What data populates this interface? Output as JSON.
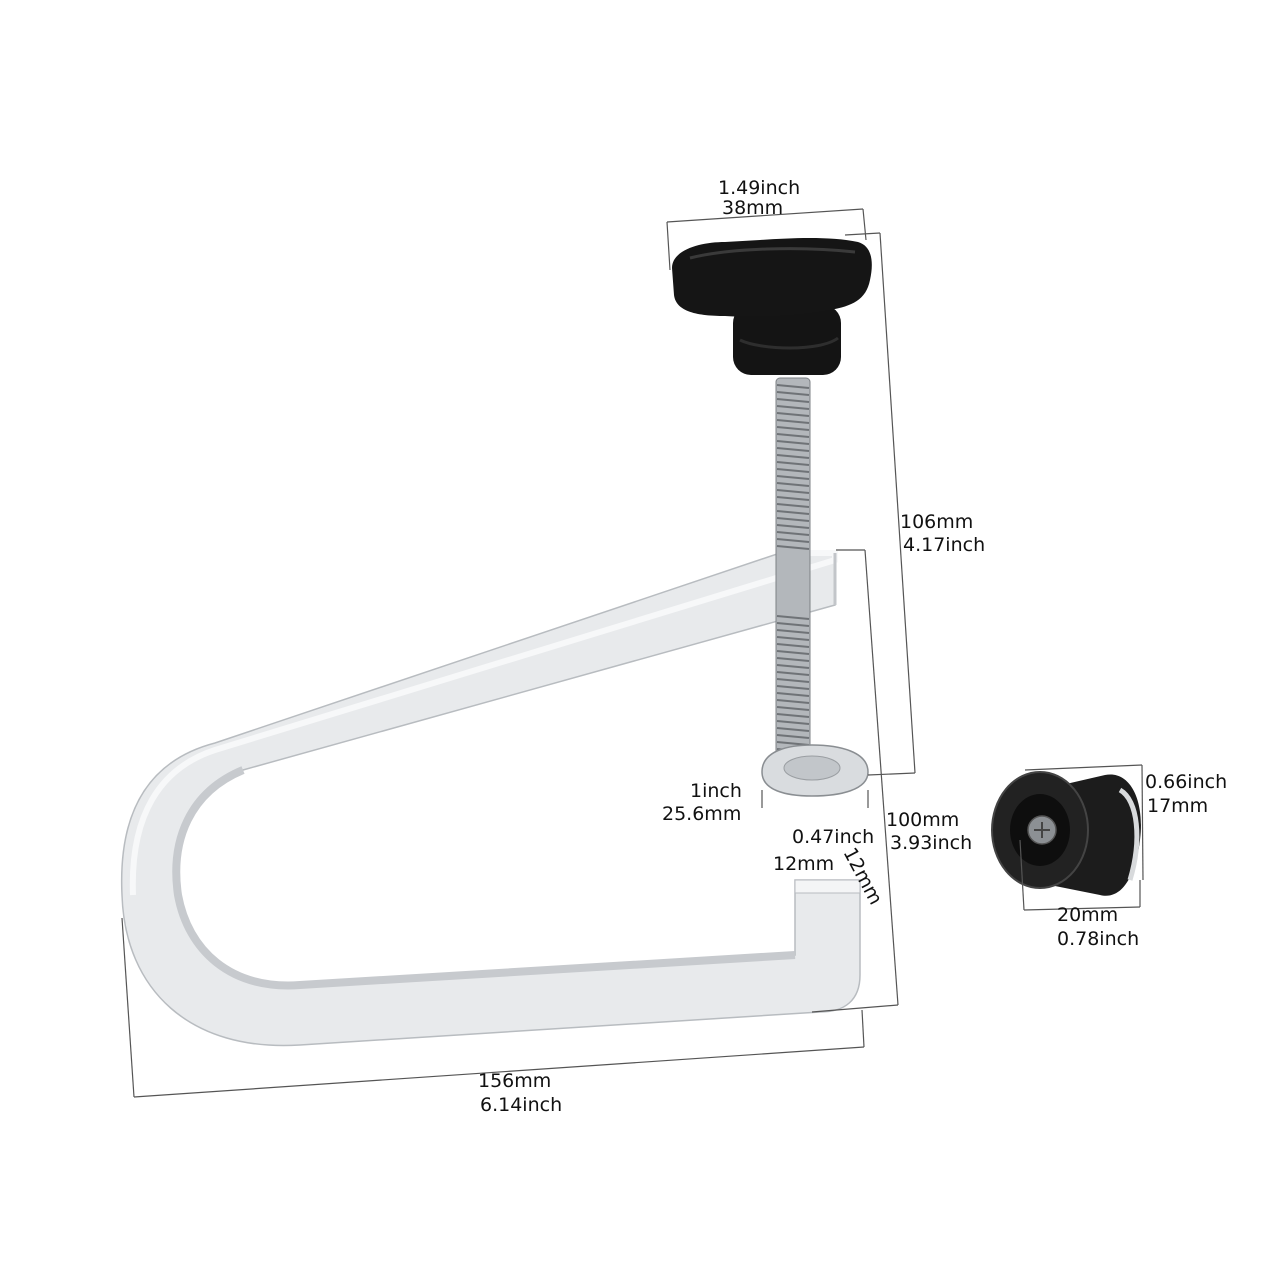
{
  "dimensions": {
    "knob_width": {
      "inch": "1.49inch",
      "mm": "38mm"
    },
    "total_height": {
      "mm": "106mm",
      "inch": "4.17inch"
    },
    "clamp_pad": {
      "inch": "1inch",
      "mm": "25.6mm"
    },
    "throat_depth": {
      "mm": "100mm",
      "inch": "3.93inch"
    },
    "jaw_thickness": {
      "inch": "0.47inch"
    },
    "jaw_width_a": {
      "mm": "12mm"
    },
    "jaw_width_b": {
      "mm": "12mm"
    },
    "total_length": {
      "mm": "156mm",
      "inch": "6.14inch"
    },
    "foot_height": {
      "inch": "0.66inch",
      "mm": "17mm"
    },
    "foot_diameter": {
      "mm": "20mm",
      "inch": "0.78inch"
    }
  },
  "colors": {
    "background": "#ffffff",
    "aluminum": "#e6e8ea",
    "aluminum_shade": "#c9ccd0",
    "knob": "#111111",
    "rubber": "#1a1a1a",
    "screw": "#a8acb0"
  }
}
